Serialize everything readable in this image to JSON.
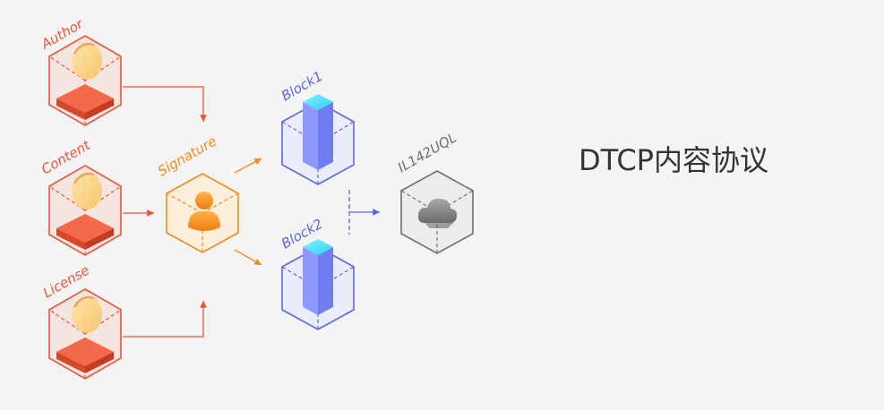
{
  "title": "DTCP内容协议",
  "nodes": {
    "author": {
      "label": "Author"
    },
    "content": {
      "label": "Content"
    },
    "license": {
      "label": "License"
    },
    "signature": {
      "label": "Signature"
    },
    "block1": {
      "label": "Block1"
    },
    "block2": {
      "label": "Block2"
    },
    "storage": {
      "label": "IL142UQL"
    }
  },
  "colors": {
    "input": "#e8553a",
    "signature": "#f08c1a",
    "block": "#5a66e8",
    "storage": "#707070",
    "background": "#f4f4f4"
  },
  "icons": {
    "input": "egg-on-slab-icon",
    "signature": "user-icon",
    "block": "column-icon",
    "storage": "cloud-icon"
  }
}
